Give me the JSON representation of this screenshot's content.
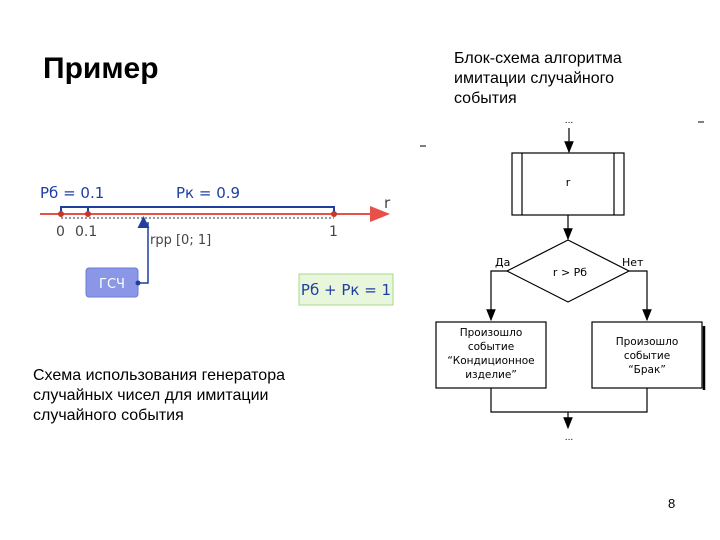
{
  "slide": {
    "title": "Пример",
    "flow_heading": [
      "Блок-схема алгоритма",
      "имитации случайного",
      "события"
    ],
    "left_caption": [
      "Схема использования генератора",
      "случайных чисел для имитации",
      "случайного события"
    ],
    "page_number": "8"
  },
  "scale_diagram": {
    "pb_label": "Pб = 0.1",
    "pk_label": "Pк = 0.9",
    "axis_label": "r",
    "tick_0": "0",
    "tick_01": "0.1",
    "tick_1": "1",
    "rpp_label": "rрр [0; 1]",
    "gsch_label": "ГСЧ",
    "sum_label": "Pб + Pк = 1"
  },
  "flowchart": {
    "dots_top": "...",
    "process_label": "r",
    "decision_label": "r > Pб",
    "yes_label": "Да",
    "no_label": "Нет",
    "left_box": [
      "Произошло",
      "событие",
      "“Кондиционное",
      "изделие”"
    ],
    "right_box": [
      "Произошло",
      "событие",
      "“Брак”"
    ],
    "dots_bottom": "..."
  },
  "colors": {
    "axis_red": "#e8504a",
    "segment_blue": "#1f3fa0",
    "gsch_box": "#8a96e6",
    "sum_box_fill": "#e8f6dc",
    "sum_box_border": "#a6d98a"
  }
}
